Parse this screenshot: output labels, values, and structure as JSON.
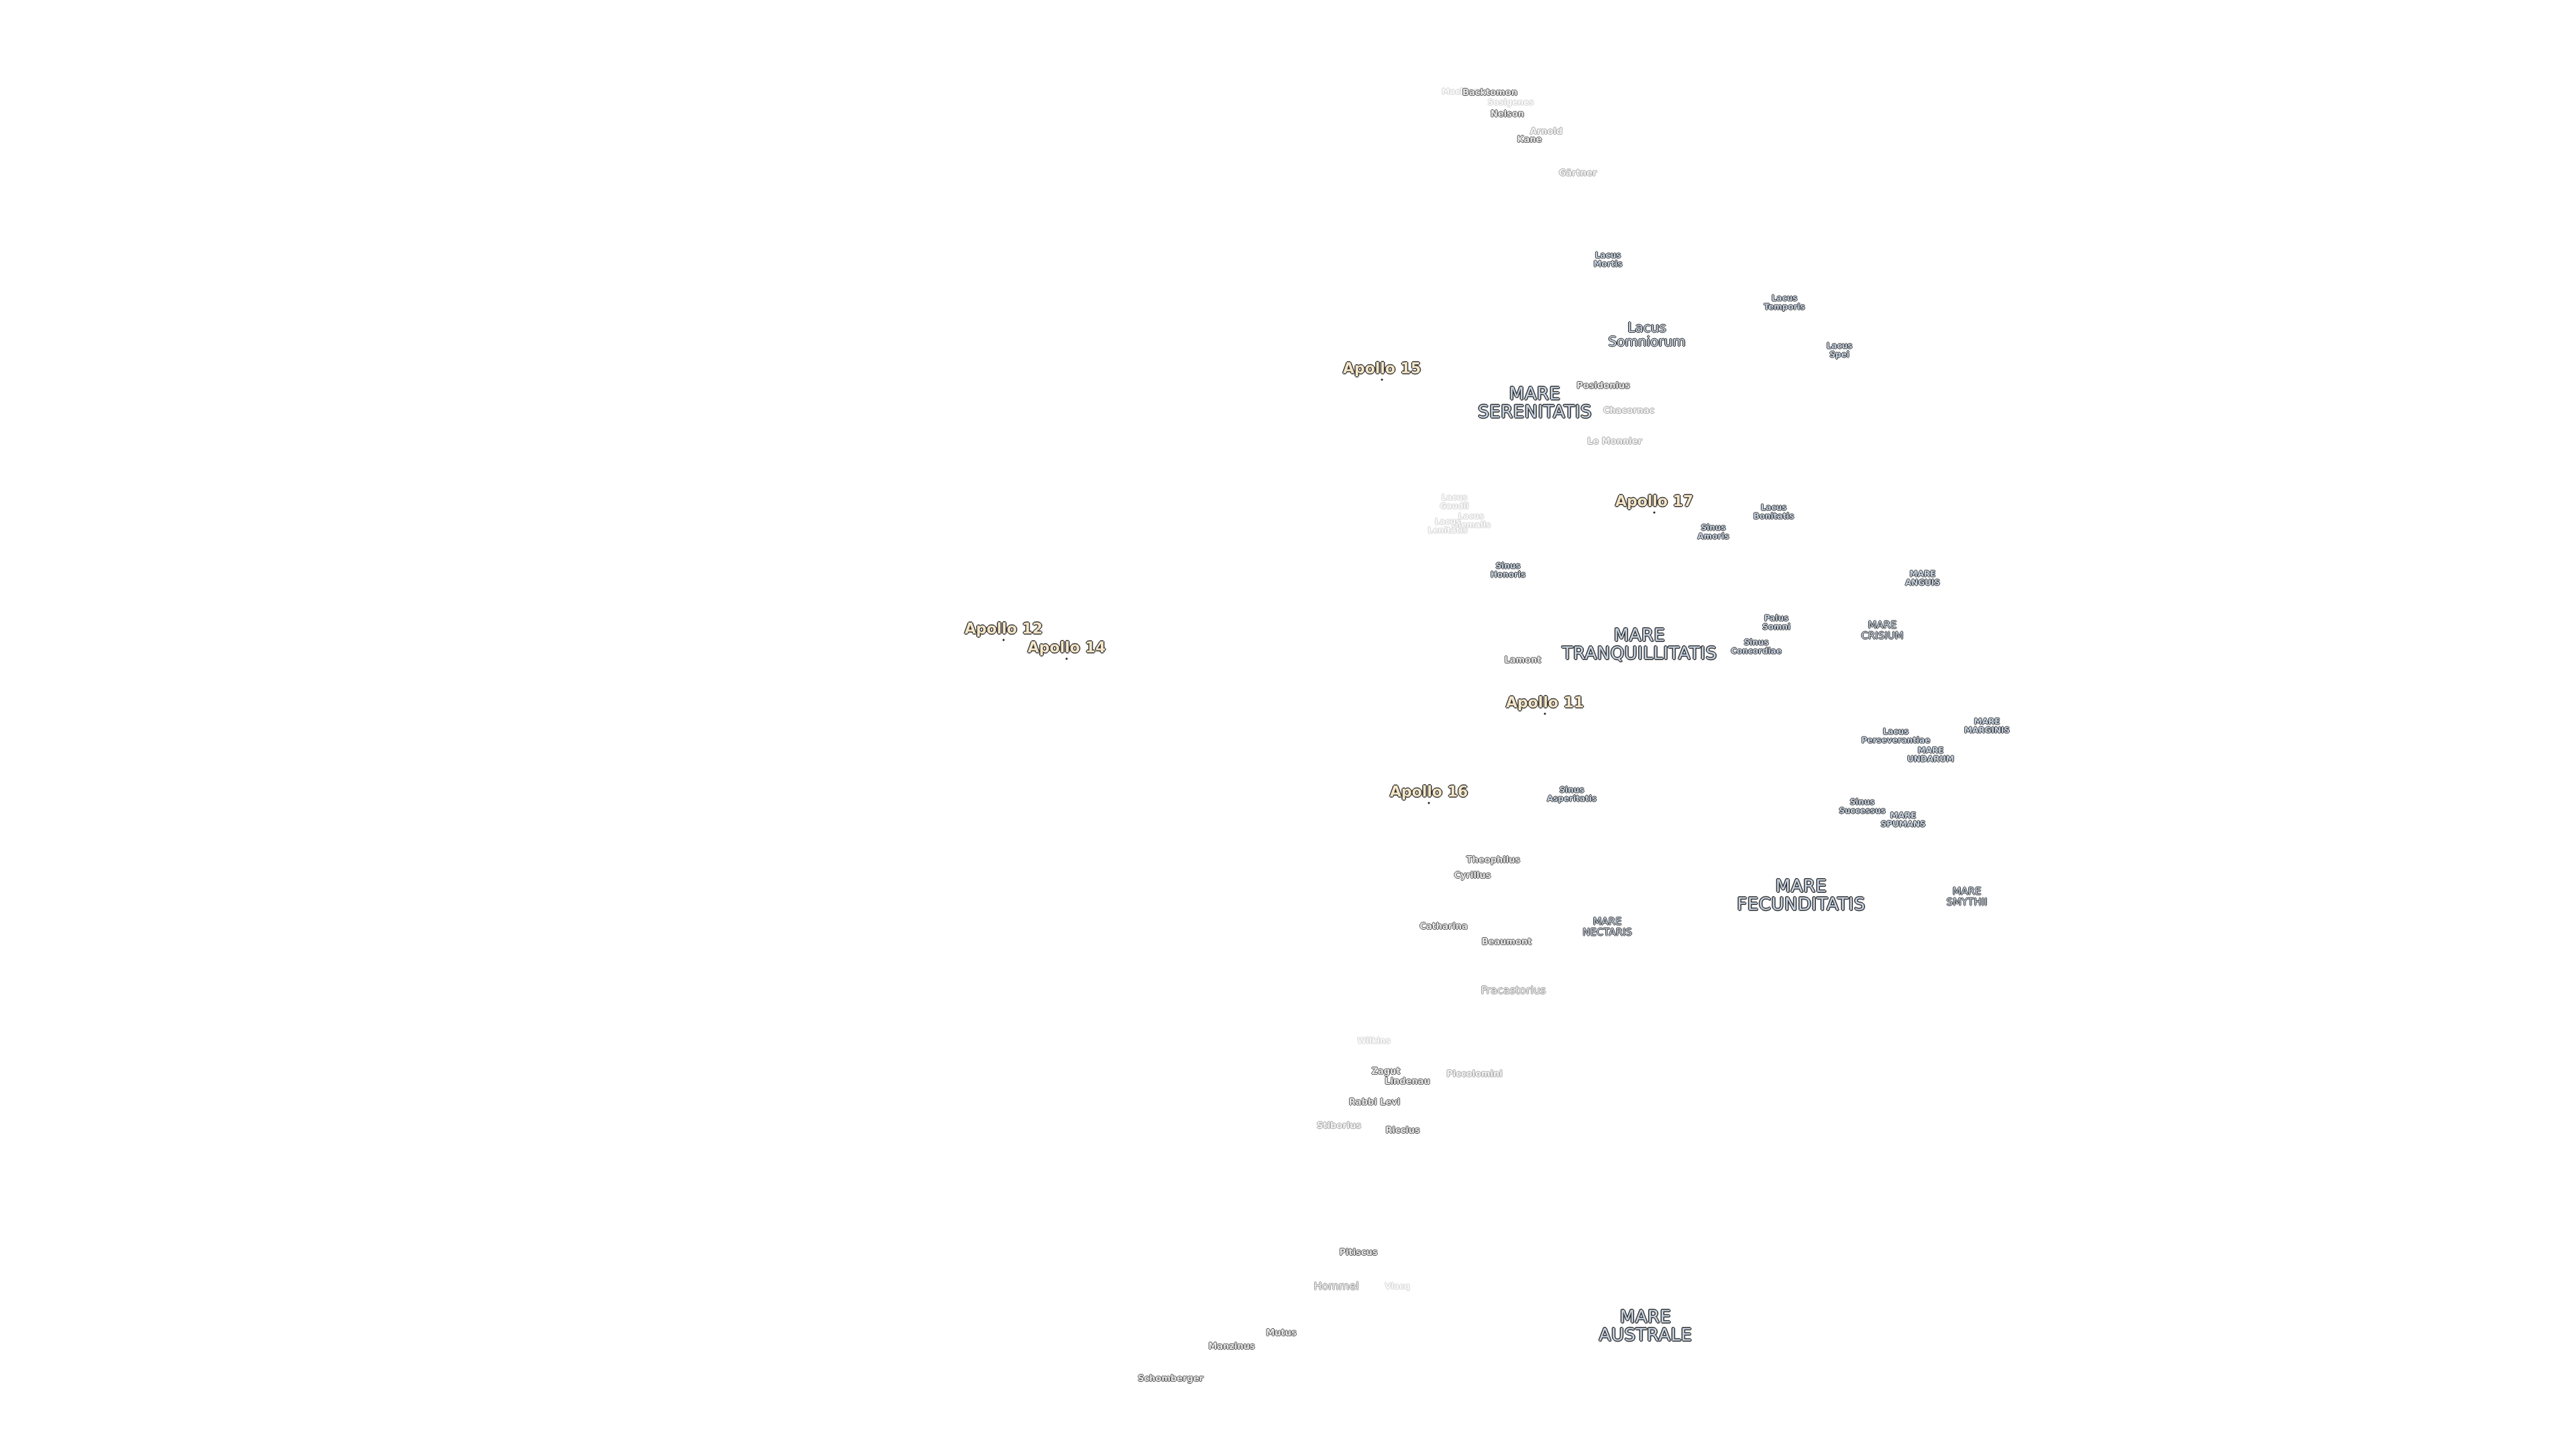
{
  "map": {
    "labels": [
      {
        "text": "Maclear",
        "kind": "crater-ghost"
      },
      {
        "text": "Backtomon",
        "kind": "crater"
      },
      {
        "text": "Sosigenes",
        "kind": "crater-ghost"
      },
      {
        "text": "Nelson",
        "kind": "crater"
      },
      {
        "text": "Arnold",
        "kind": "crater-faint"
      },
      {
        "text": "Kane",
        "kind": "crater"
      },
      {
        "text": "Gärtner",
        "kind": "crater-faint"
      },
      {
        "text": "Lacus\nMortis",
        "kind": "lacus"
      },
      {
        "text": "Lacus\nTemporis",
        "kind": "lacus"
      },
      {
        "text": "Lacus\nSomniorum",
        "kind": "lacus-big"
      },
      {
        "text": "Lacus\nSpei",
        "kind": "lacus"
      },
      {
        "text": "Posidonius",
        "kind": "crater"
      },
      {
        "text": "MARE\nSERENITATIS",
        "kind": "mare"
      },
      {
        "text": "Chacornac",
        "kind": "crater-faint"
      },
      {
        "text": "Le Monnier",
        "kind": "crater-faint"
      },
      {
        "text": "Lacus\nGaudii",
        "kind": "crater-ghost"
      },
      {
        "text": "Lacus\nHiemalis",
        "kind": "crater-ghost"
      },
      {
        "text": "Lacus\nLenitatis",
        "kind": "crater-ghost"
      },
      {
        "text": "Sinus\nAmoris",
        "kind": "lacus"
      },
      {
        "text": "Lacus\nBonitatis",
        "kind": "lacus"
      },
      {
        "text": "Sinus\nHonoris",
        "kind": "lacus"
      },
      {
        "text": "MARE\nANGUIS",
        "kind": "lacus"
      },
      {
        "text": "Palus\nSomni",
        "kind": "lacus"
      },
      {
        "text": "MARE\nCRISIUM",
        "kind": "mare-sm"
      },
      {
        "text": "MARE\nTRANQUILLITATIS",
        "kind": "mare"
      },
      {
        "text": "Sinus\nConcordiae",
        "kind": "lacus"
      },
      {
        "text": "Lamont",
        "kind": "crater"
      },
      {
        "text": "Lacus\nPerseverantiae",
        "kind": "lacus"
      },
      {
        "text": "MARE\nMARGINIS",
        "kind": "lacus"
      },
      {
        "text": "MARE\nUNDARUM",
        "kind": "lacus"
      },
      {
        "text": "Sinus\nAsperitatis",
        "kind": "lacus"
      },
      {
        "text": "Sinus\nSuccessus",
        "kind": "lacus"
      },
      {
        "text": "MARE\nSPUMANS",
        "kind": "lacus"
      },
      {
        "text": "Theophilus",
        "kind": "crater"
      },
      {
        "text": "Cyrillus",
        "kind": "crater"
      },
      {
        "text": "MARE\nFECUNDITATIS",
        "kind": "mare"
      },
      {
        "text": "MARE\nSMYTHII",
        "kind": "mare-sm"
      },
      {
        "text": "Catharina",
        "kind": "crater"
      },
      {
        "text": "Beaumont",
        "kind": "crater"
      },
      {
        "text": "MARE\nNECTARIS",
        "kind": "mare-sm"
      },
      {
        "text": "Fracastorius",
        "kind": "crater-md"
      },
      {
        "text": "Wilkins",
        "kind": "crater-ghost"
      },
      {
        "text": "Zagut",
        "kind": "crater"
      },
      {
        "text": "Lindenau",
        "kind": "crater"
      },
      {
        "text": "Piccolomini",
        "kind": "crater-faint"
      },
      {
        "text": "Rabbi Levi",
        "kind": "crater"
      },
      {
        "text": "Riccius",
        "kind": "crater"
      },
      {
        "text": "Stiborius",
        "kind": "crater-faint"
      },
      {
        "text": "Pitiscus",
        "kind": "crater"
      },
      {
        "text": "Hommel",
        "kind": "crater-md"
      },
      {
        "text": "Vlacq",
        "kind": "crater-ghost"
      },
      {
        "text": "Mutus",
        "kind": "crater"
      },
      {
        "text": "Manzinus",
        "kind": "crater"
      },
      {
        "text": "MARE\nAUSTRALE",
        "kind": "mare"
      },
      {
        "text": "Schomberger",
        "kind": "crater"
      }
    ],
    "apollo_sites": [
      {
        "text": "Apollo 15"
      },
      {
        "text": "Apollo 17"
      },
      {
        "text": "Apollo 12"
      },
      {
        "text": "Apollo 14"
      },
      {
        "text": "Apollo 11"
      },
      {
        "text": "Apollo 16"
      }
    ]
  }
}
